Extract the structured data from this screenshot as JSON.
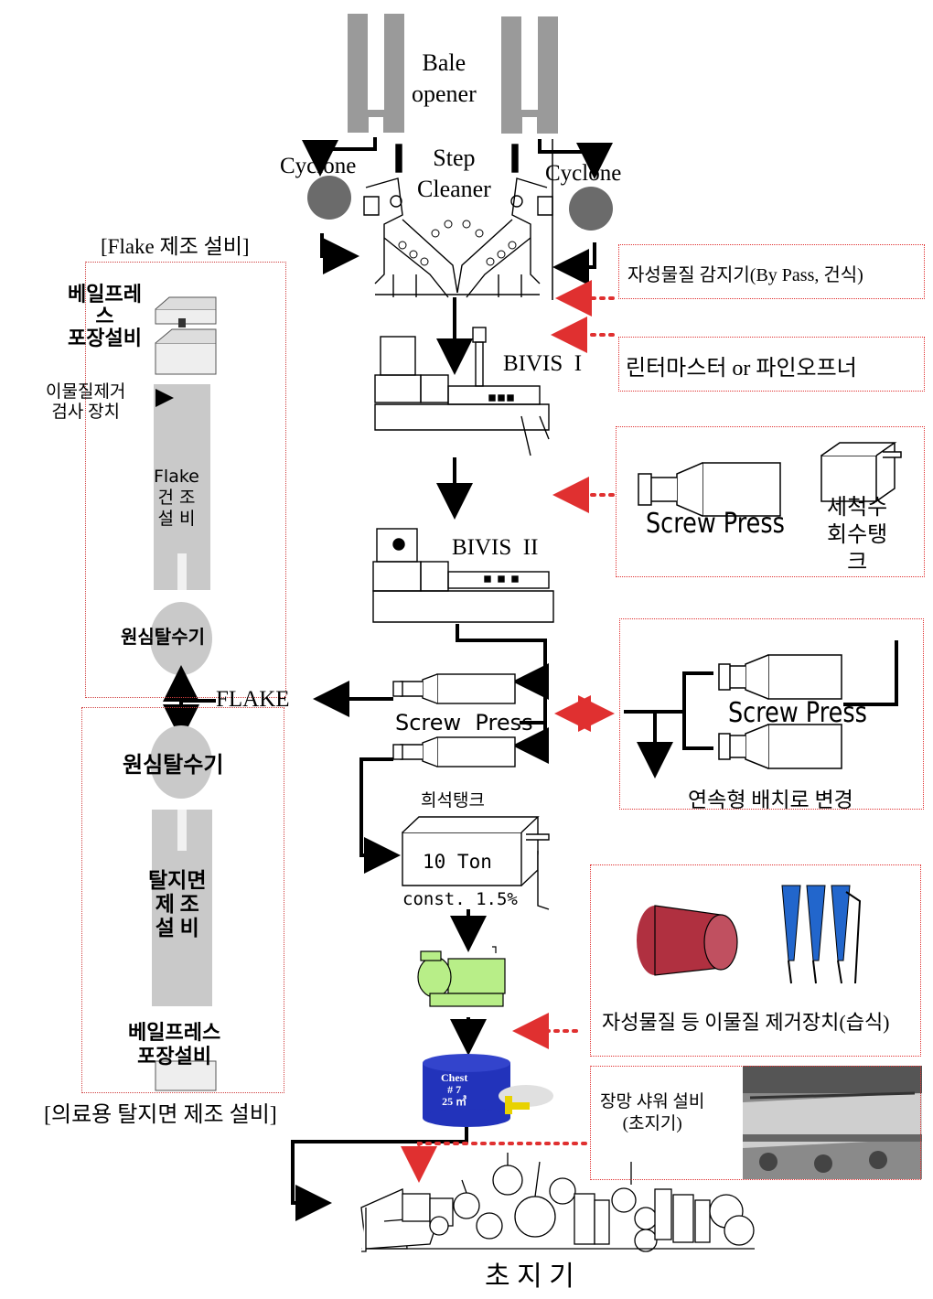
{
  "top": {
    "bale_opener": "Bale\nopener",
    "step_cleaner": "Step\nCleaner",
    "cyclone_left": "Cyclone",
    "cyclone_right": "Cyclone"
  },
  "main": {
    "bivis1": "BIVIS  I",
    "bivis2": "BIVIS  II",
    "screw_press": "Screw  Press",
    "dilution_tank_title": "희석탱크",
    "tank_capacity": "10 Ton",
    "tank_const": "const. 1.5%",
    "chest_label": "Chest\n# 7\n25 ㎥",
    "paper_machine": "초 지 기",
    "flake": "FLAKE"
  },
  "right_boxes": {
    "magnetic_detector": "자성물질 감지기(By Pass, 건식)",
    "linter_master": "린터마스터 or 파인오프너",
    "screw_press_box_label": "Screw Press",
    "wash_water_tank": "세척수\n회수탱\n크",
    "continuous_batch": "연속형 배치로 변경",
    "screw_press_pair_label": "Screw Press",
    "foreign_removal": "자성물질 등 이물질 제거장치(습식)",
    "wire_shower": "장망 샤워 설비\n(초지기)"
  },
  "left_top": {
    "title": "[Flake 제조 설비]",
    "bale_press": "베일프레\n스\n포장설비",
    "inspection": "이물질제거\n검사 장치",
    "flake_dryer": "Flake\n건 조\n설 비",
    "centrifuge": "원심탈수기"
  },
  "left_bottom": {
    "title": "[의료용 탈지면 제조 설비]",
    "centrifuge": "원심탈수기",
    "cotton_equipment": "탈지면\n제 조\n설 비",
    "bale_press": "베일프레스\n포장설비"
  },
  "colors": {
    "gray_machine": "#9a9a9a",
    "cyclone": "#6b6b6b",
    "red_dotted": "#e03030",
    "chest_blue": "#2233bb",
    "pump_green": "#b8ee88",
    "cleaner_red": "#b03040",
    "hydrocyclone_blue": "#2266cc"
  }
}
